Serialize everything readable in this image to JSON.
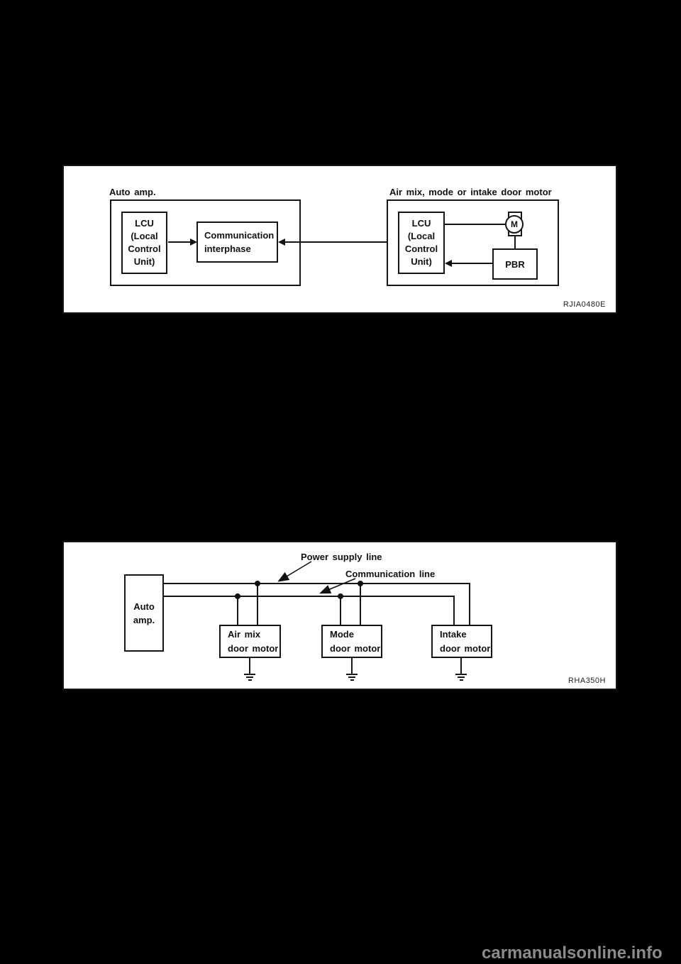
{
  "page": {
    "background_color": "#000000",
    "panel_color": "#ffffff",
    "line_color": "#161616"
  },
  "figure1": {
    "id_code": "RJIA0480E",
    "left_group_label": "Auto amp.",
    "left_lcu_label": "LCU\n(Local\nControl\nUnit)",
    "comm_interphase_label": "Communication\ninterphase",
    "right_group_label": "Air mix, mode or intake door motor",
    "right_lcu_label": "LCU\n(Local\nControl\nUnit)",
    "motor_label": "M",
    "pbr_label": "PBR"
  },
  "figure2": {
    "id_code": "RHA350H",
    "power_line_label": "Power supply line",
    "comm_line_label": "Communication line",
    "auto_amp_label": "Auto\namp.",
    "motors": [
      {
        "label": "Air mix\ndoor motor"
      },
      {
        "label": "Mode\ndoor motor"
      },
      {
        "label": "Intake\ndoor motor"
      }
    ]
  },
  "watermark": {
    "text": "carmanualsonline.info",
    "color": "#8b8b8b"
  }
}
